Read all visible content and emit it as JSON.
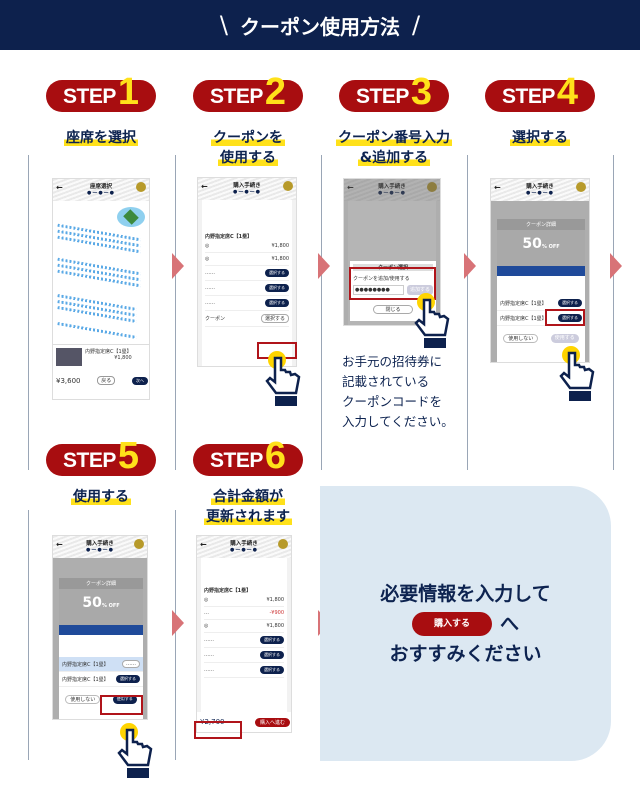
{
  "header": {
    "title": "クーポン使用方法",
    "left_slash": "\\",
    "right_slash": "/"
  },
  "steps": [
    {
      "word": "STEP",
      "num": "1",
      "title": [
        "座席を選択"
      ]
    },
    {
      "word": "STEP",
      "num": "2",
      "title": [
        "クーポンを",
        "使用する"
      ]
    },
    {
      "word": "STEP",
      "num": "3",
      "title": [
        "クーポン番号入力",
        "&追加する"
      ]
    },
    {
      "word": "STEP",
      "num": "4",
      "title": [
        "選択する"
      ]
    },
    {
      "word": "STEP",
      "num": "5",
      "title": [
        "使用する"
      ]
    },
    {
      "word": "STEP",
      "num": "6",
      "title": [
        "合計金額が",
        "更新されます"
      ]
    }
  ],
  "step3_note": [
    "お手元の招待券に",
    "記載されている",
    "クーポンコードを",
    "入力してください。"
  ],
  "screens": {
    "s1": {
      "title": "座席選択",
      "seat": "内野指定席C【1塁】",
      "price": "¥1,800",
      "total": "¥3,600",
      "back": "戻る",
      "next": "次へ"
    },
    "s2": {
      "title": "購入手続き",
      "seat": "内野指定席C【1塁】",
      "p1": "¥1,800",
      "p2": "¥1,800",
      "btn": "選択する",
      "coupon": "クーポン",
      "select": "選択する"
    },
    "s3": {
      "title": "購入手続き",
      "modal": "クーポン選択",
      "label": "クーポンを追加/使用する",
      "code": "●●●●●●●●",
      "add": "追加する",
      "close": "閉じる"
    },
    "s4": {
      "title": "購入手続き",
      "modal": "クーポン詳細",
      "discount": "50",
      "unit": "% OFF",
      "seat": "内野指定席C【1塁】",
      "btn": "選択する",
      "use": "使用する",
      "nouse": "使用しない"
    },
    "s5": {
      "title": "購入手続き",
      "modal": "クーポン詳細",
      "discount": "50",
      "unit": "% OFF",
      "seat": "内野指定席C【1塁】",
      "btn": "選択する",
      "use": "使用する",
      "nouse": "使用しない"
    },
    "s6": {
      "title": "購入手続き",
      "seat": "内野指定席C【1塁】",
      "p1": "¥1,800",
      "disc": "-¥900",
      "total": "¥2,700",
      "proceed": "購入へ進む",
      "btn": "選択する"
    }
  },
  "final": {
    "line1": "必要情報を入力して",
    "button": "購入する",
    "line2_suffix": "へ",
    "line3": "おすすみください"
  }
}
